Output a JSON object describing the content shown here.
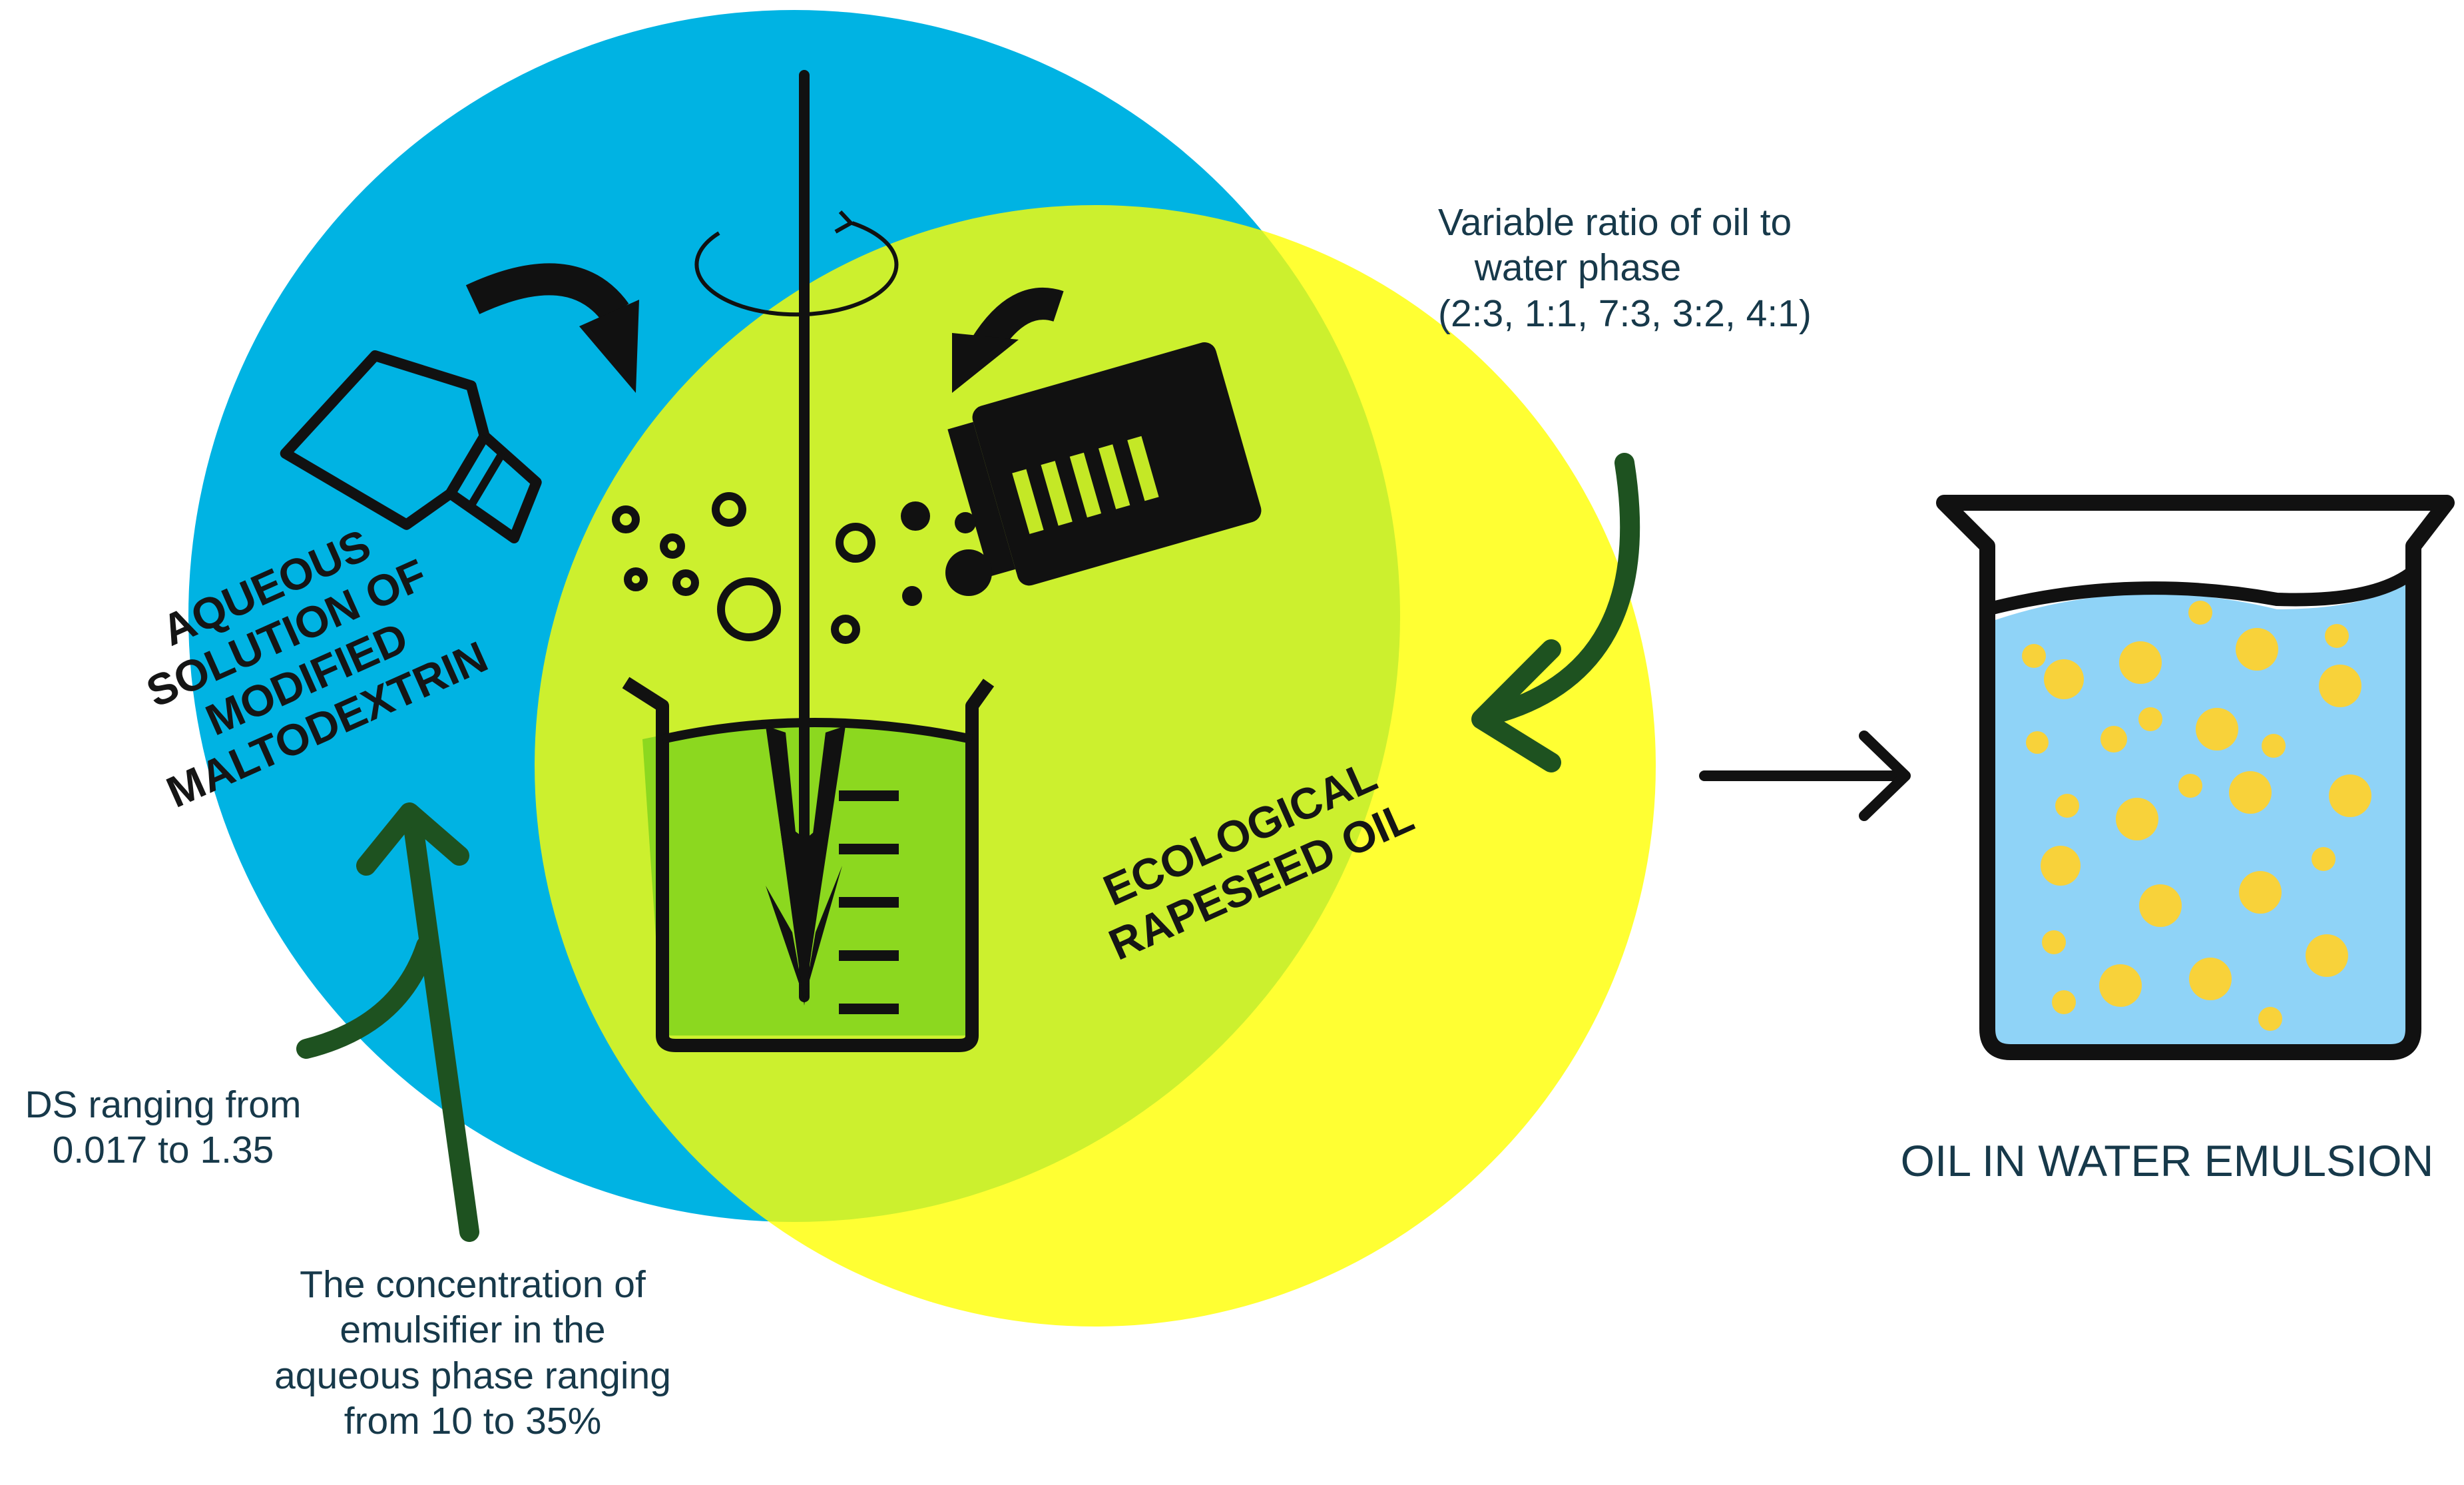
{
  "circles": {
    "aqueous_label": [
      "AQUEOUS",
      "SOLUTION OF",
      "MODIFIED",
      "MALTODEXTRIN"
    ],
    "oil_label": [
      "ECOLOGICAL",
      "RAPESEED OIL"
    ],
    "aqueous_color": "#00b3e3",
    "oil_color": "#ffff00",
    "overlap_color": "#c4e826"
  },
  "annotations": {
    "ratio_lines": [
      "Variable ratio of oil to",
      "water phase",
      "(2:3, 1:1, 7:3, 3:2, 4:1)"
    ],
    "ds_lines": [
      "DS ranging from",
      "0.017 to 1.35"
    ],
    "concentration_lines": [
      "The concentration of",
      "emulsifier in the",
      "aqueous phase  ranging",
      "from 10 to 35%"
    ],
    "arrow_color": "#1e5220"
  },
  "result": {
    "label": "OIL IN WATER EMULSION",
    "water_color": "#8fd3f7",
    "droplet_color": "#f8d23a"
  },
  "icons": [
    "flask-pouring-icon",
    "oil-container-pouring-icon",
    "mixing-beaker-icon",
    "stirrer-rotation-icon",
    "emulsion-beaker-icon",
    "process-arrow-icon"
  ]
}
